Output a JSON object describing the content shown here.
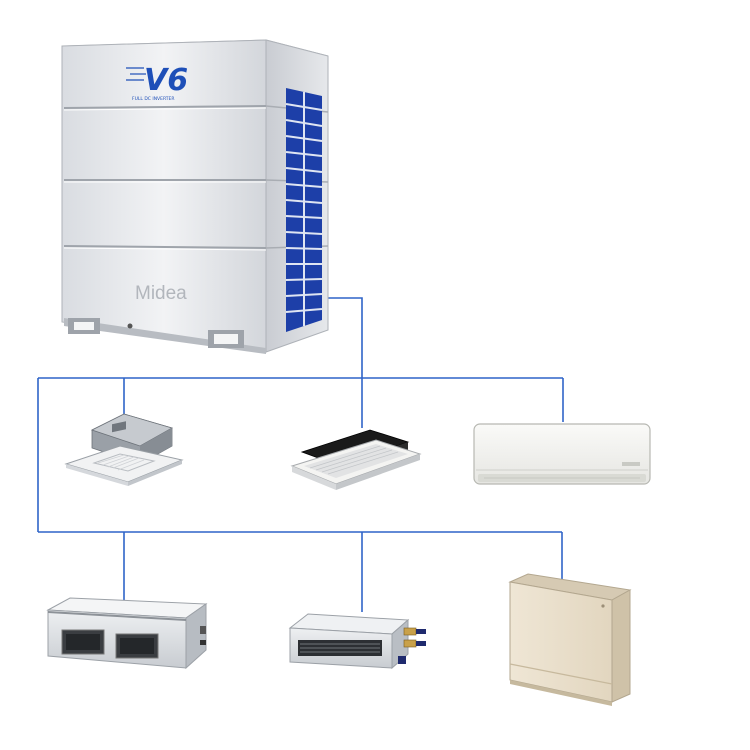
{
  "outdoor_unit": {
    "badge": "V6",
    "badge_subtitle": "FULL DC INVERTER",
    "brand": "Midea"
  },
  "indoor_units": [
    {
      "name": "4-way-cassette"
    },
    {
      "name": "1-way-cassette"
    },
    {
      "name": "wall-mounted-split"
    },
    {
      "name": "high-static-duct"
    },
    {
      "name": "slim-duct"
    },
    {
      "name": "floor-standing-console"
    }
  ],
  "colors": {
    "pipe_line": "#2F64C8",
    "unit_body": "#E7E9EC",
    "coil_grille": "#1D3FA8",
    "badge_blue": "#1E4FB8",
    "console_body": "#EDE3D0"
  }
}
